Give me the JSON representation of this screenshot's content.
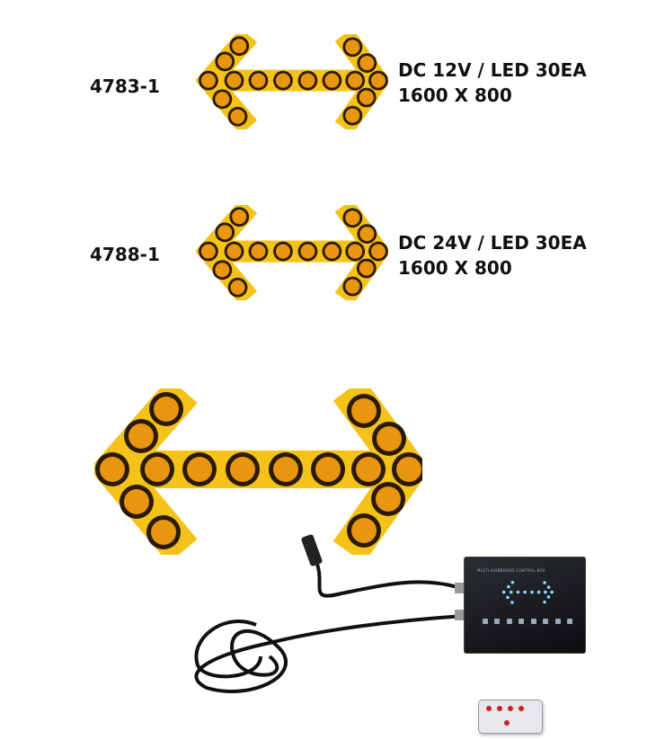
{
  "products": [
    {
      "model": "4783-1",
      "spec_line1": "DC 12V / LED 30EA",
      "spec_line2": "1600 X 800"
    },
    {
      "model": "4788-1",
      "spec_line1": "DC 24V / LED 30EA",
      "spec_line2": "1600 X 800"
    }
  ],
  "control_box": {
    "title": "MULTI-SIGNBOARD CONTROL BOX"
  },
  "colors": {
    "panel": "#f5c21a",
    "led": "#e8950f",
    "led_ring": "#2a1a08",
    "text": "#111111"
  }
}
